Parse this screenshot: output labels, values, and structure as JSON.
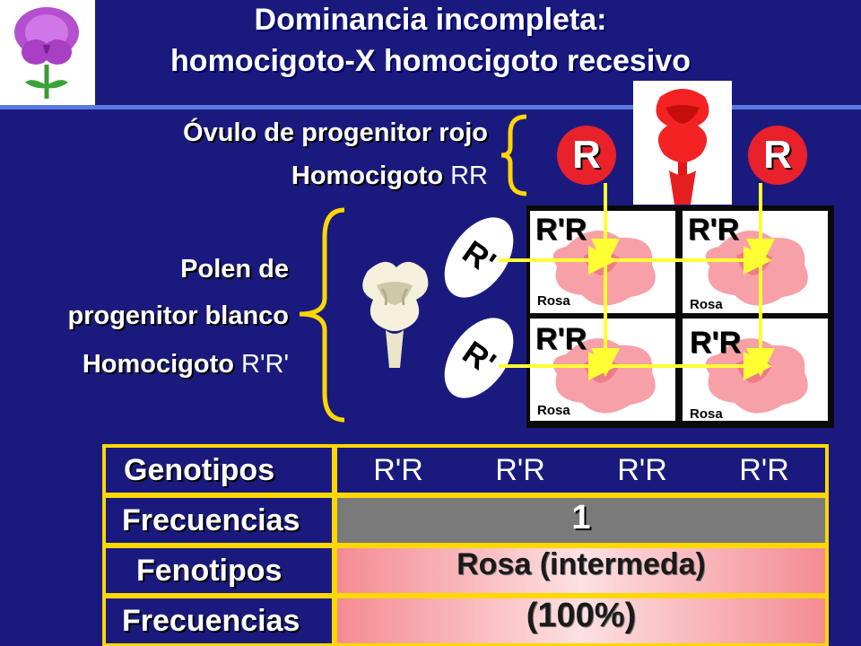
{
  "title": {
    "line1": "Dominancia incompleta:",
    "line2": "homocigoto-X homocigoto recesivo"
  },
  "female": {
    "line1": "Óvulo de progenitor rojo",
    "line2_prefix": "Homocigoto",
    "line2_genotype": "RR",
    "alleles": [
      "R",
      "R"
    ]
  },
  "male": {
    "line1": "Polen de",
    "line2": "progenitor blanco",
    "line3_prefix": "Homocigoto",
    "line3_genotype": "R'R'",
    "alleles": [
      "R'",
      "R'"
    ]
  },
  "punnett": {
    "cells": [
      {
        "genotype": "R'R",
        "phenotype": "Rosa"
      },
      {
        "genotype": "R'R",
        "phenotype": "Rosa"
      },
      {
        "genotype": "R'R",
        "phenotype": "Rosa"
      },
      {
        "genotype": "R'R",
        "phenotype": "Rosa"
      }
    ]
  },
  "summary": {
    "genotypes_label": "Genotipos",
    "genotypes": [
      "R'R",
      "R'R",
      "R'R",
      "R'R"
    ],
    "freq_label": "Frecuencias",
    "freq_value": "1",
    "phenotypes_label": "Fenotipos",
    "phenotype_value": "Rosa (intermeda)",
    "freq2_label": "Frecuencias",
    "freq2_value": "(100%)"
  },
  "colors": {
    "background": "#1a1a7e",
    "accent_yellow": "#ffd700",
    "allele_red": "#e8212b",
    "pink": "#f7a0a8"
  }
}
